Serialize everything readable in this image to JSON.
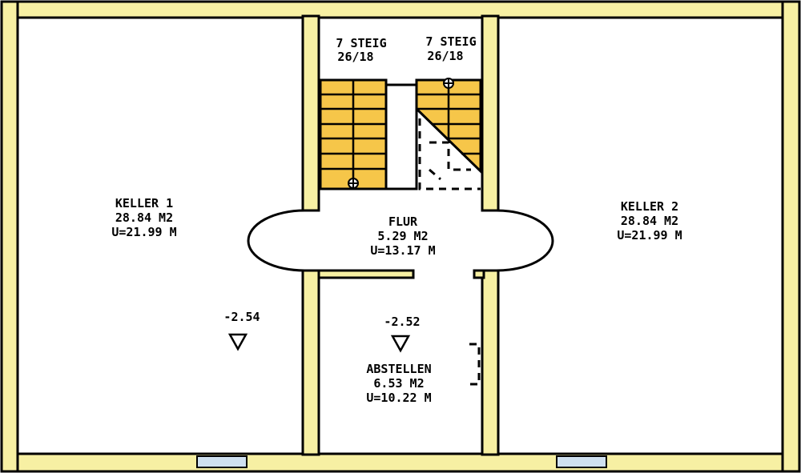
{
  "rooms": {
    "keller1": {
      "name": "KELLER 1",
      "area": "28.84 M2",
      "perimeter": "U=21.99 M"
    },
    "keller2": {
      "name": "KELLER 2",
      "area": "28.84 M2",
      "perimeter": "U=21.99 M"
    },
    "flur": {
      "name": "FLUR",
      "area": "5.29 M2",
      "perimeter": "U=13.17 M"
    },
    "abstellen": {
      "name": "ABSTELLEN",
      "area": "6.53 M2",
      "perimeter": "U=10.22 M"
    }
  },
  "stairs": {
    "left": {
      "steps": "7 STEIG",
      "ratio": "26/18"
    },
    "right": {
      "steps": "7 STEIG",
      "ratio": "26/18"
    }
  },
  "levels": {
    "keller1": "-2.54",
    "abstellen": "-2.52"
  },
  "colors": {
    "wall_fill": "#f7f0a3",
    "stair_fill": "#f6c649",
    "window_fill": "#cfe0f0",
    "line": "#000000",
    "background": "#ffffff"
  }
}
